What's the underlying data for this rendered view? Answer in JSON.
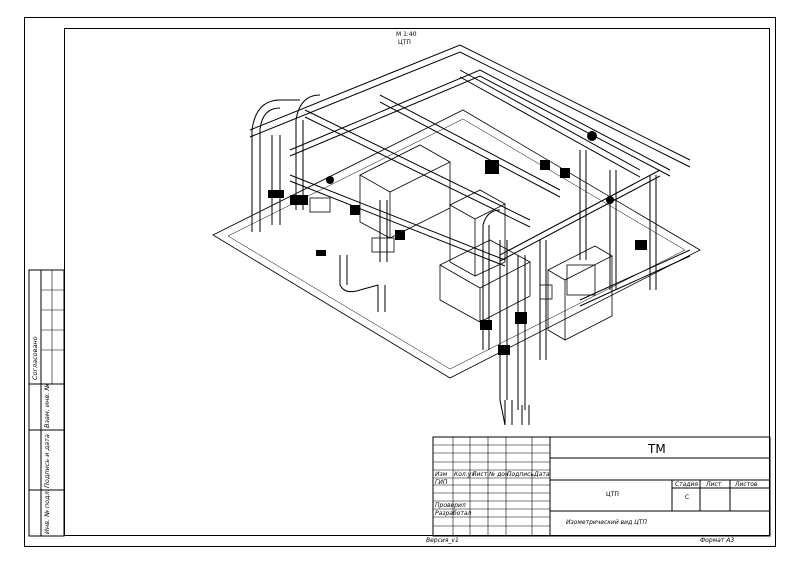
{
  "drawing": {
    "label_top_1": "М 1:40",
    "label_top_2": "ЦТП"
  },
  "title_block": {
    "code": "ТМ",
    "header": [
      "Изм",
      "Кол.уч",
      "Лист",
      "№ док.",
      "Подпись",
      "Дата"
    ],
    "roles": [
      "ГИП",
      "Проверил",
      "Разработал"
    ],
    "object": "ЦТП",
    "sheet_title": "Изометрический вид ЦТП",
    "stage_label": "Стадия",
    "sheet_label": "Лист",
    "sheets_label": "Листов",
    "stage_value": "С"
  },
  "side_stamp": {
    "agreed": "Согласовано",
    "inv_replace": "Взам. инв. №",
    "sign_date": "Подпись и дата",
    "inv_orig": "Инв. № подл."
  },
  "footer": {
    "version": "Версия_v1",
    "format": "Формат А3"
  }
}
